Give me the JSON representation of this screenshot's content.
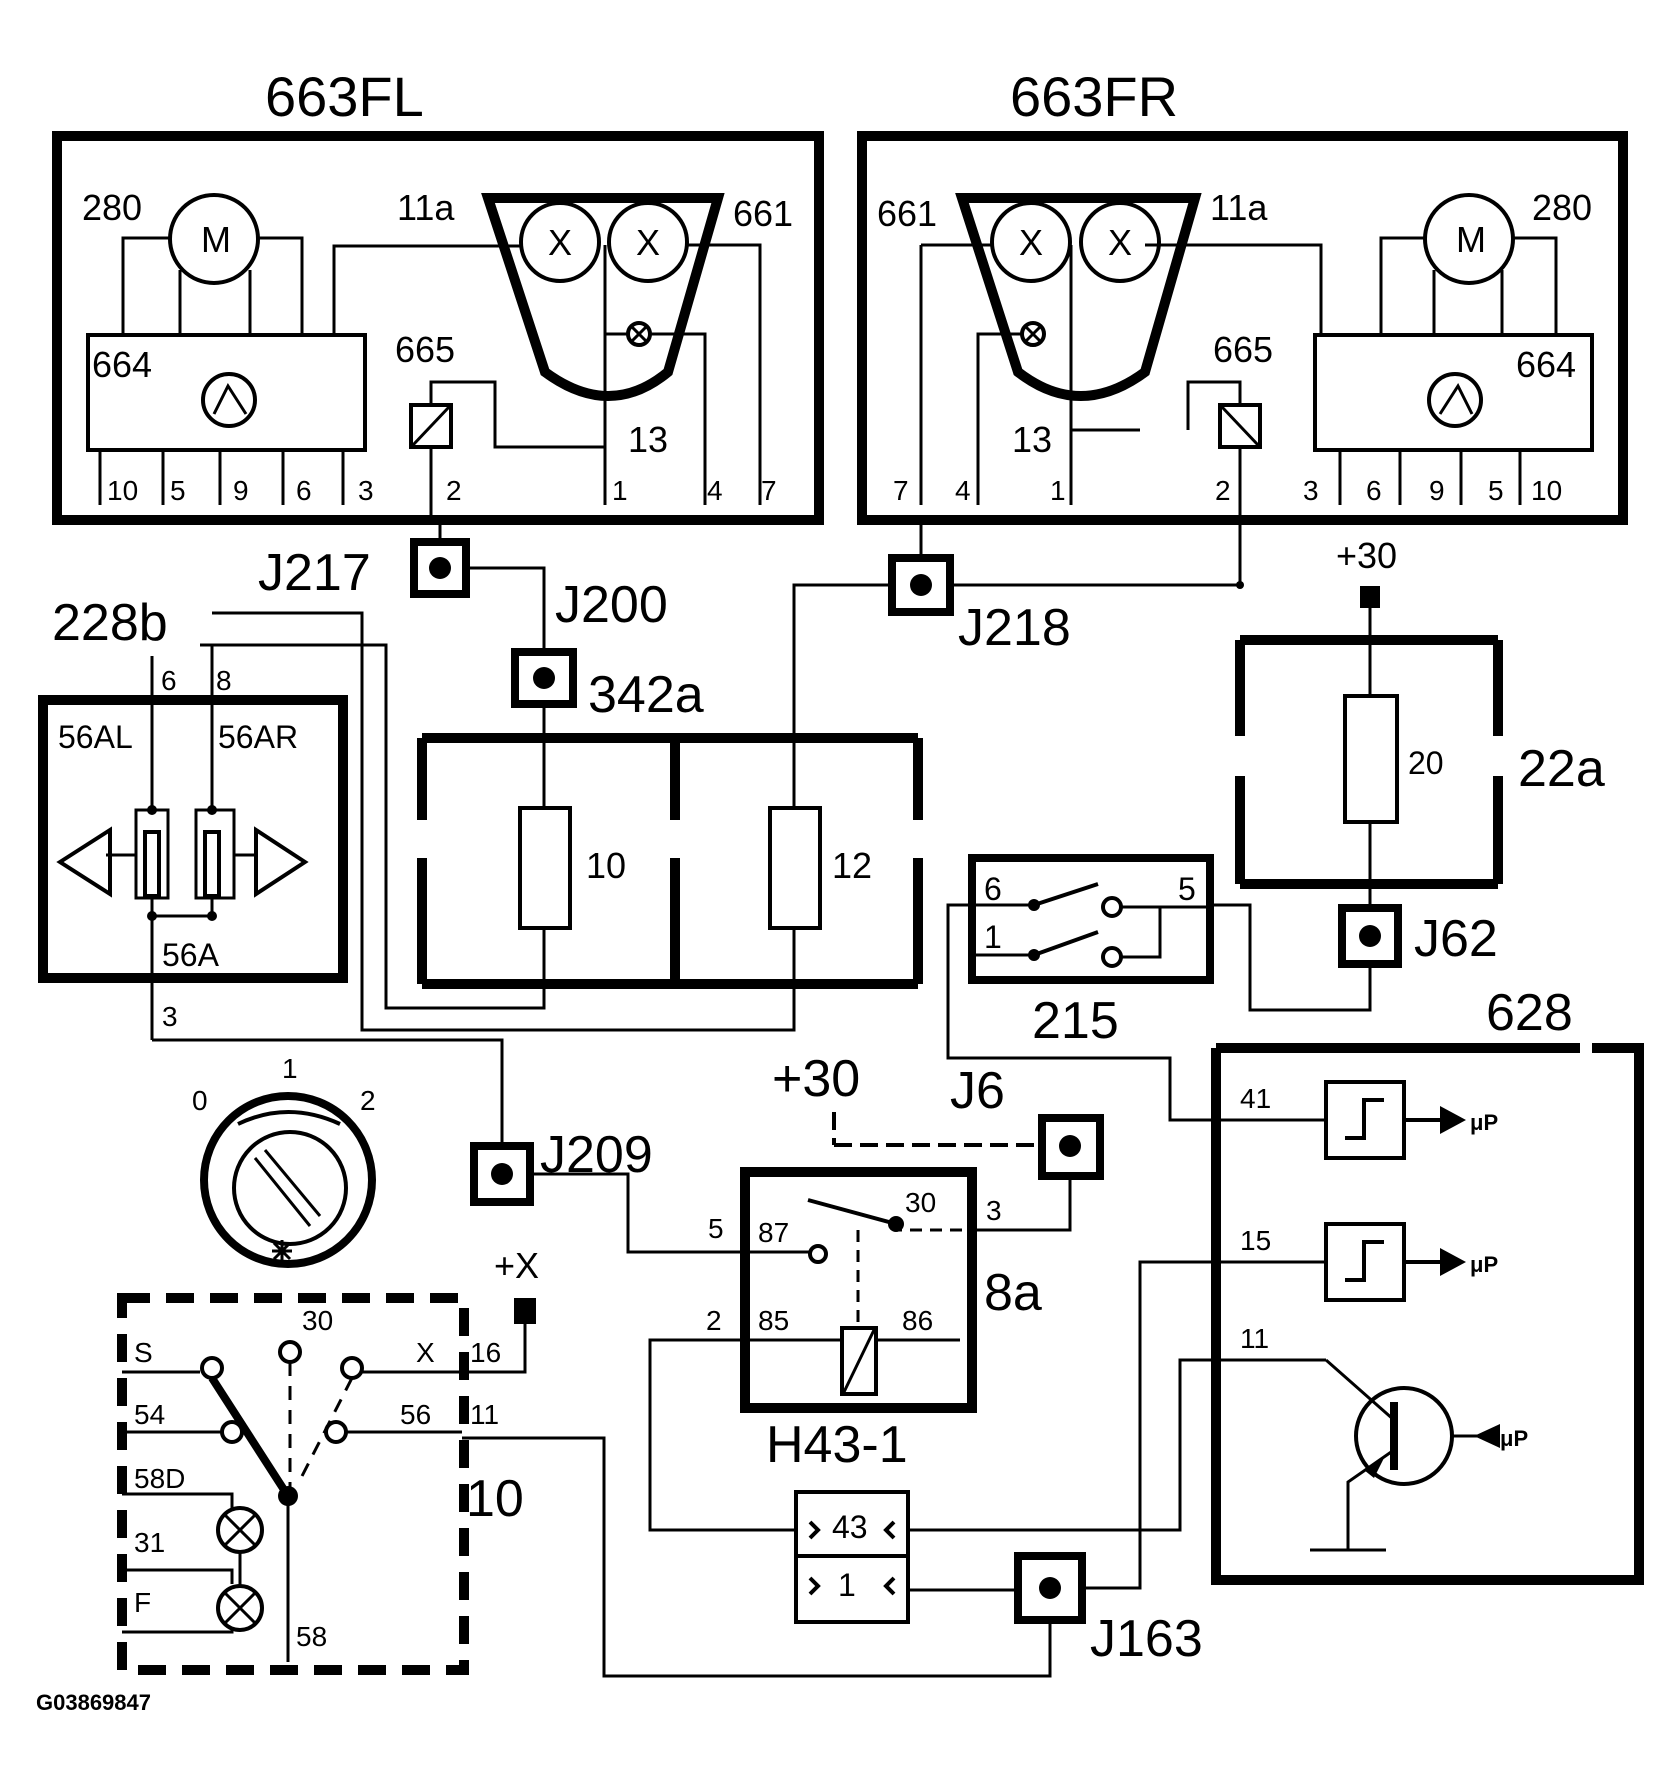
{
  "diagram": {
    "code": "G03869847",
    "components": {
      "fl": {
        "title": "663FL",
        "motor_label": "280",
        "motor_symbol": "M",
        "lamp_label": "11a",
        "switch_label": "661",
        "module_label": "664",
        "actuator_label": "665",
        "lamp_pin": "13",
        "bulb_symbol": "X",
        "pins": [
          "10",
          "5",
          "9",
          "6",
          "3",
          "2",
          "1",
          "4",
          "7"
        ]
      },
      "fr": {
        "title": "663FR",
        "motor_label": "280",
        "motor_symbol": "M",
        "lamp_label": "11a",
        "switch_label": "661",
        "module_label": "664",
        "actuator_label": "665",
        "lamp_pin": "13",
        "bulb_symbol": "X",
        "pins": [
          "7",
          "4",
          "1",
          "2",
          "3",
          "6",
          "9",
          "5",
          "10"
        ]
      },
      "switch56": {
        "id": "228b",
        "pin_left": "6",
        "pin_right": "8",
        "label_left": "56AL",
        "label_right": "56AR",
        "label_bottom": "56A",
        "pin_bottom": "3"
      },
      "fuse_box": {
        "id": "342a",
        "fuse_a": "10",
        "fuse_b": "12"
      },
      "fuse_22a": {
        "id": "22a",
        "fuse": "20",
        "supply": "+30"
      },
      "relay_215": {
        "id": "215",
        "pin_a": "6",
        "pin_b": "1",
        "pin_c": "5"
      },
      "ecu_628": {
        "id": "628",
        "pins": [
          "41",
          "15",
          "11"
        ],
        "up_label": "μP"
      },
      "relay_8a": {
        "id": "8a",
        "pins": {
          "p87": "87",
          "p30": "30",
          "p85": "85",
          "p86": "86",
          "ext5": "5",
          "ext3": "3",
          "ext2": "2"
        },
        "supply": "+30"
      },
      "indicator": {
        "id": "H43-1",
        "pin_top": "43",
        "pin_bottom": "1"
      },
      "light_switch": {
        "id": "10",
        "supply": "+X",
        "rotary_positions": [
          "0",
          "1",
          "2"
        ],
        "labels": {
          "s": "S",
          "p30": "30",
          "x": "X",
          "p16": "16",
          "p54": "54",
          "p56": "56",
          "p11": "11",
          "p58d": "58D",
          "p31": "31",
          "f": "F",
          "p58": "58"
        }
      },
      "junctions": [
        "J217",
        "J200",
        "J218",
        "J62",
        "J209",
        "J6",
        "J163"
      ]
    }
  }
}
